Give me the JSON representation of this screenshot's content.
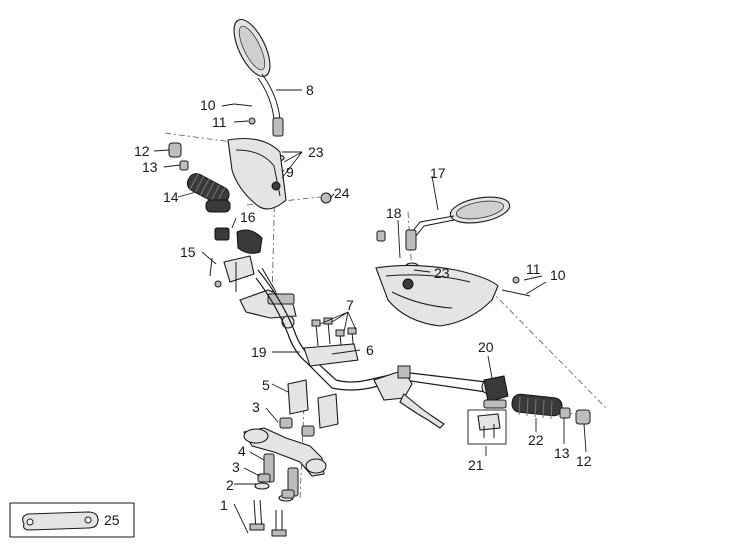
{
  "labels": {
    "l1": "1",
    "l2": "2",
    "l3a": "3",
    "l3b": "3",
    "l4": "4",
    "l5": "5",
    "l6": "6",
    "l7": "7",
    "l8": "8",
    "l9": "9",
    "l10a": "10",
    "l10b": "10",
    "l11a": "11",
    "l11b": "11",
    "l12a": "12",
    "l12b": "12",
    "l13a": "13",
    "l13b": "13",
    "l14": "14",
    "l15": "15",
    "l16": "16",
    "l17": "17",
    "l18": "18",
    "l19": "19",
    "l20": "20",
    "l21": "21",
    "l22": "22",
    "l23a": "23",
    "l23b": "23",
    "l24": "24",
    "l25": "25"
  }
}
